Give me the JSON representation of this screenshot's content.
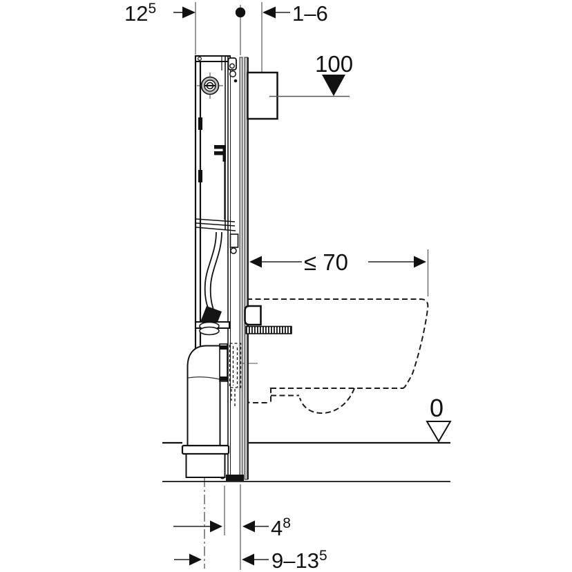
{
  "drawing": {
    "type": "sanitary-installation-side-view",
    "dimensions": {
      "frame_depth": {
        "main": "12",
        "sup": "5"
      },
      "wall_lining_range": {
        "main": "1–6"
      },
      "actuation_height": {
        "main": "100"
      },
      "fixture_depth_max": {
        "main": "≤ 70"
      },
      "floor_level": {
        "main": "0"
      },
      "outlet_offset": {
        "main": "4",
        "sup": "8"
      },
      "outlet_center_range": {
        "main": "9–13",
        "sup": "5"
      }
    },
    "colors": {
      "line": "#1a1a1a",
      "extension_line": "#555555",
      "rail_fill": "#d0d0d0",
      "background": "#ffffff"
    }
  }
}
